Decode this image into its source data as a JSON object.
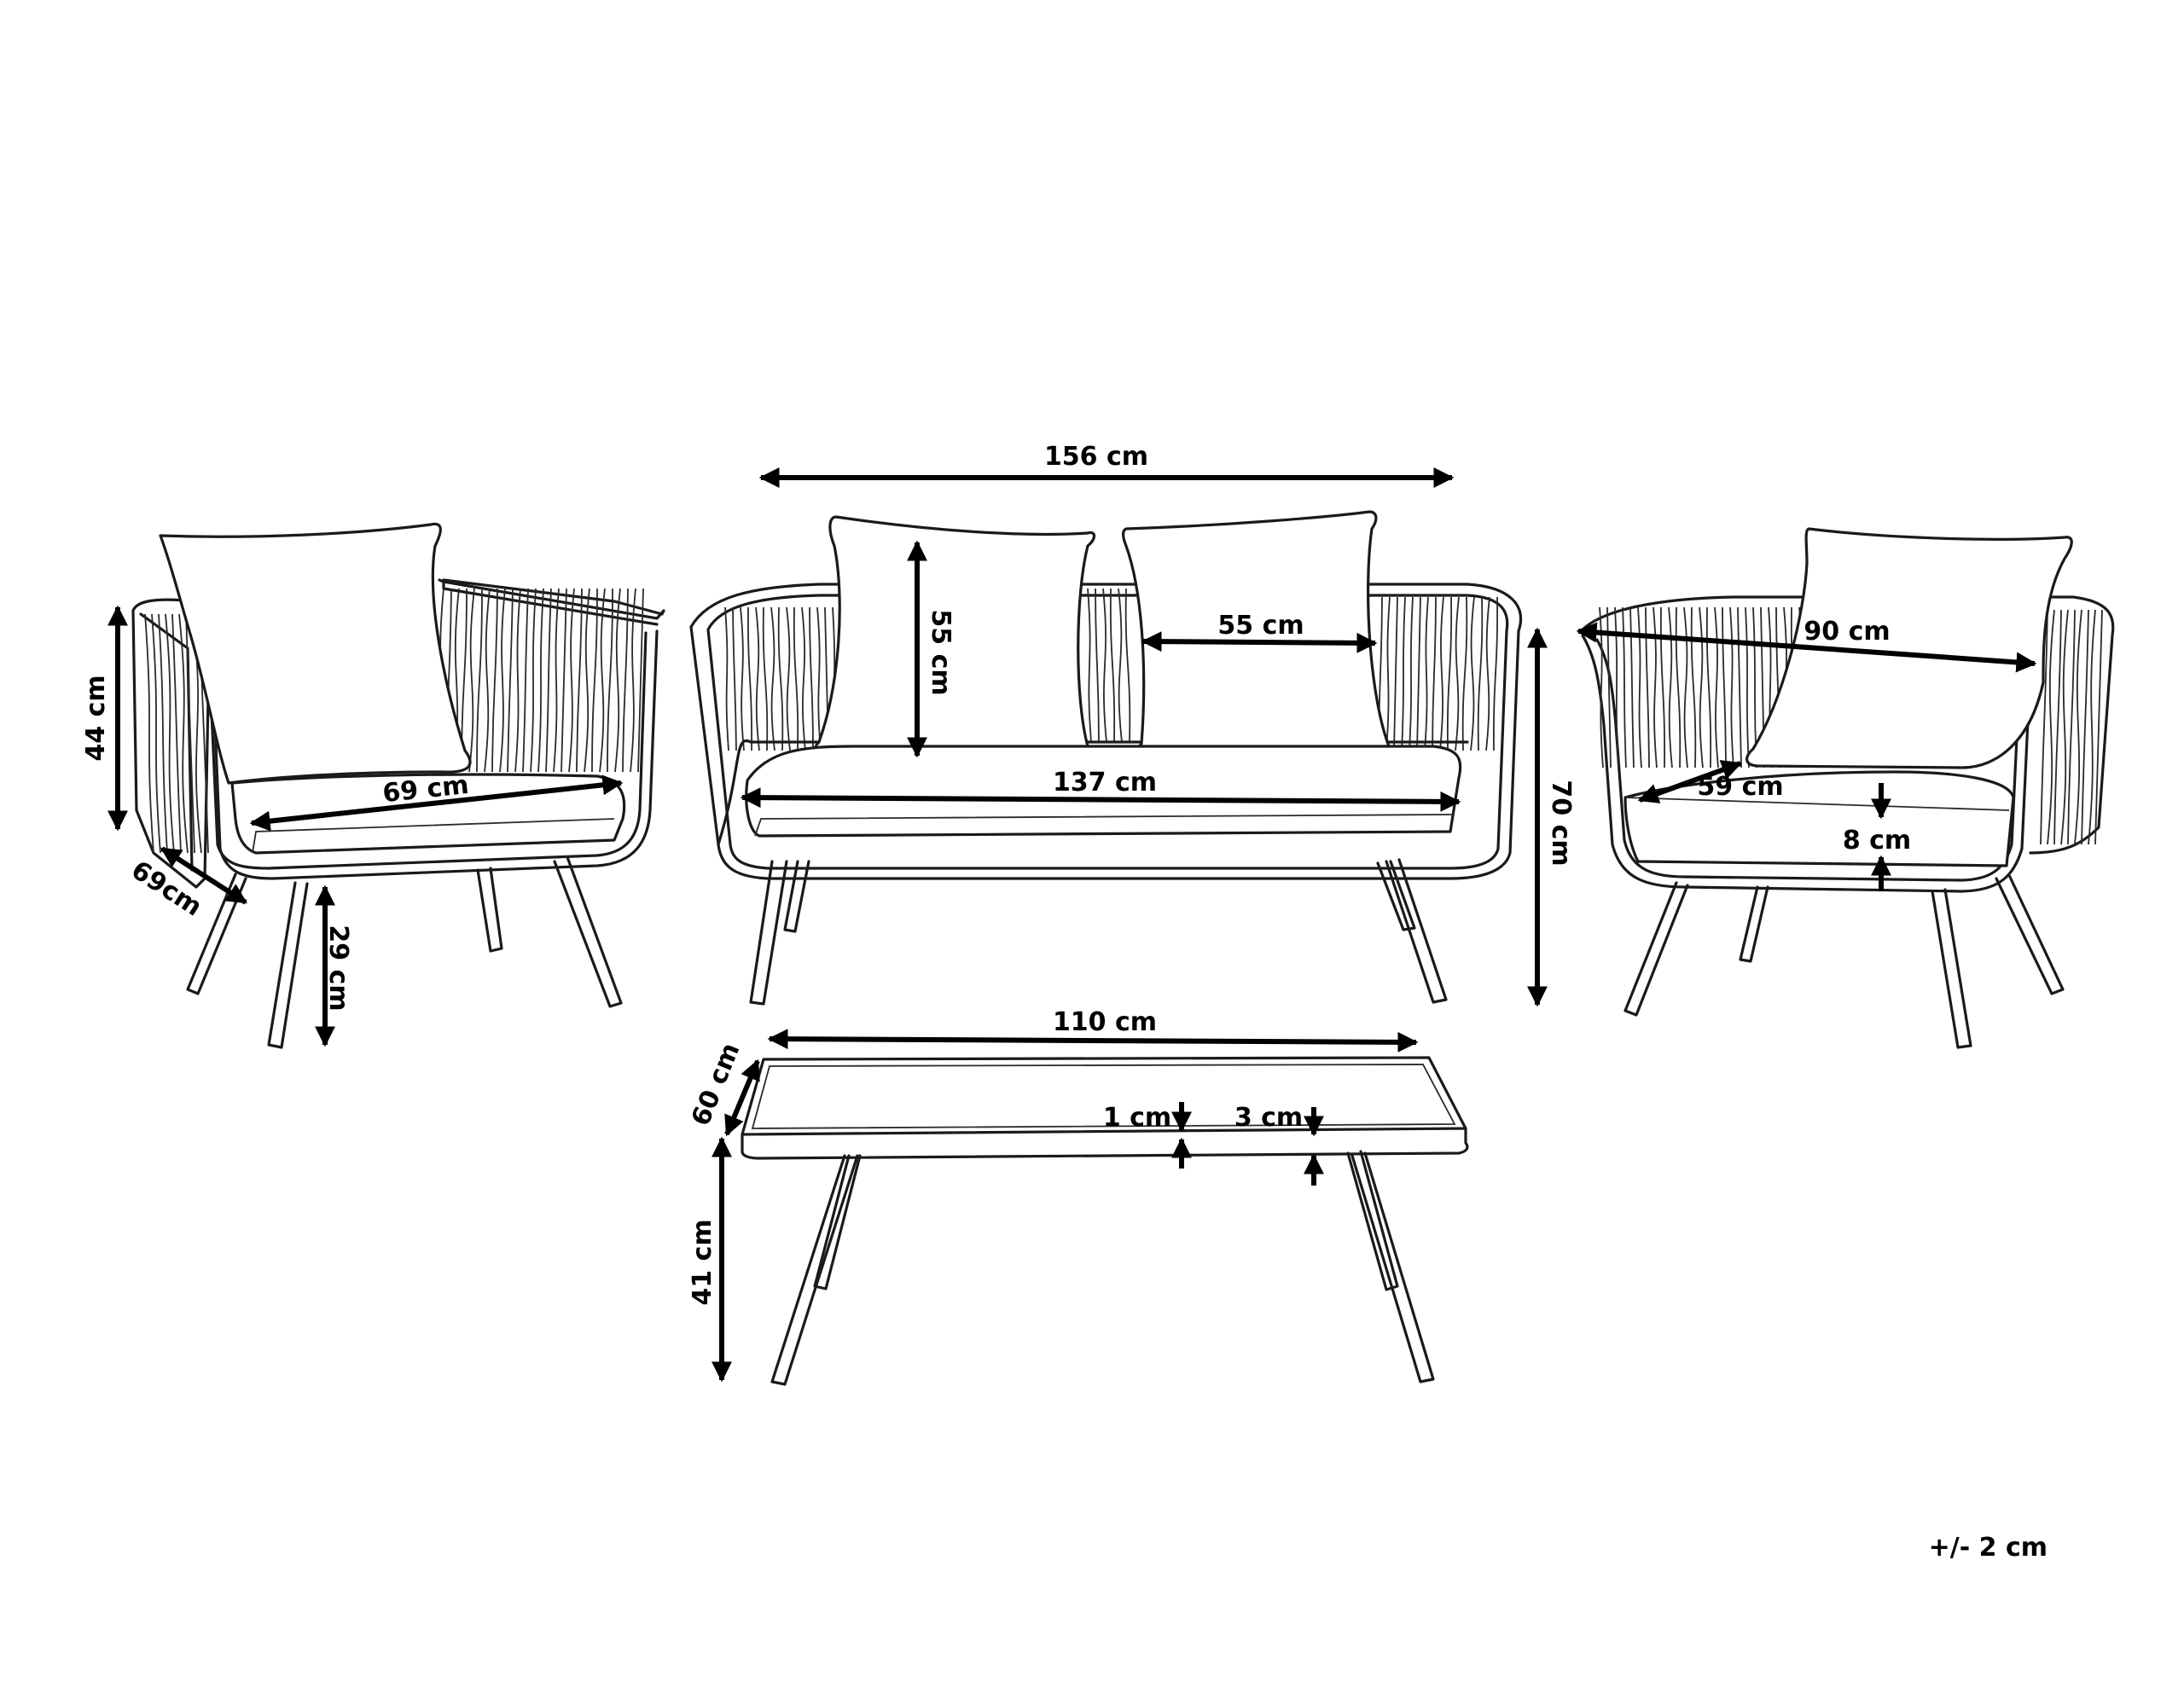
{
  "diagram": {
    "armchair_left": {
      "height_label": "44 cm",
      "width_label": "69 cm",
      "depth_label": "69cm",
      "leg_label": "29 cm"
    },
    "sofa": {
      "overall_width_label": "156 cm",
      "pillow_height_label": "55 cm",
      "pillow_width_label": "55 cm",
      "seat_width_label": "137 cm",
      "height_label": "70 cm"
    },
    "armchair_right": {
      "width_label": "90 cm",
      "seat_depth_label": "59 cm",
      "cushion_label": "8 cm"
    },
    "table": {
      "width_label": "110 cm",
      "depth_label": "60 cm",
      "glass_label": "1 cm",
      "frame_label": "3 cm",
      "height_label": "41 cm"
    },
    "tolerance_note": "+/- 2 cm"
  },
  "colors": {
    "line": "#1a1a1a",
    "background": "#ffffff"
  }
}
